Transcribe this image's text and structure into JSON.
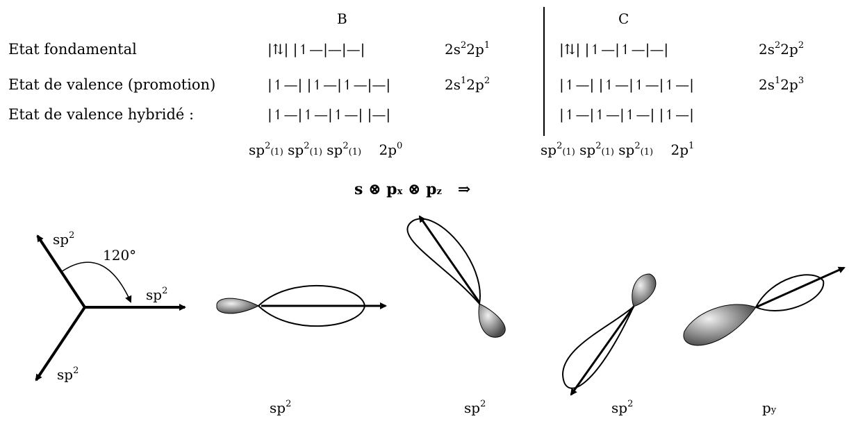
{
  "headers": {
    "B": "B",
    "C": "C"
  },
  "rows": {
    "ground": "Etat fondamental",
    "valence": "Etat de valence (promotion)",
    "hybrid": "Etat de valence hybridé :"
  },
  "boron": {
    "ground_cells": "|⇅|   |↿—|—|—|",
    "ground_config": {
      "a": "2s",
      "a_exp": "2",
      "b": "2p",
      "b_exp": "1"
    },
    "valence_cells": "|↿—|   |↿—|↿—|—|",
    "valence_config": {
      "a": "2s",
      "a_exp": "1",
      "b": "2p",
      "b_exp": "2"
    },
    "hybrid_cells": "|↿—|↿—|↿—|    |—|",
    "hybrid_labels": {
      "sp": "sp",
      "exp": "2",
      "idx": "(1)",
      "p": "2p",
      "p_exp": "0"
    }
  },
  "carbon": {
    "ground_cells": "|⇅|   |↿—|↿—|—|",
    "ground_config": {
      "a": "2s",
      "a_exp": "2",
      "b": "2p",
      "b_exp": "2"
    },
    "valence_cells": "|↿—|   |↿—|↿—|↿—|",
    "valence_config": {
      "a": "2s",
      "a_exp": "1",
      "b": "2p",
      "b_exp": "3"
    },
    "hybrid_cells": "|↿—|↿—|↿—|    |↿—|",
    "hybrid_labels": {
      "sp": "sp",
      "exp": "2",
      "idx": "(1)",
      "p": "2p",
      "p_exp": "1"
    }
  },
  "equation": {
    "s": "s",
    "otimes": "⊗",
    "px": "p",
    "px_sub": "x",
    "pz": "p",
    "pz_sub": "z",
    "arrow": "⇒"
  },
  "trigonal": {
    "angle": "120°",
    "label": "sp",
    "label_exp": "2"
  },
  "captions": {
    "c1": {
      "t": "sp",
      "e": "2"
    },
    "c2": {
      "t": "sp",
      "e": "2"
    },
    "c3": {
      "t": "sp",
      "e": "2"
    },
    "c4": {
      "t": "p",
      "s": "y"
    }
  },
  "colors": {
    "ink": "#000000",
    "lobe_dark": "#555555",
    "lobe_light": "#e6e6e6"
  }
}
